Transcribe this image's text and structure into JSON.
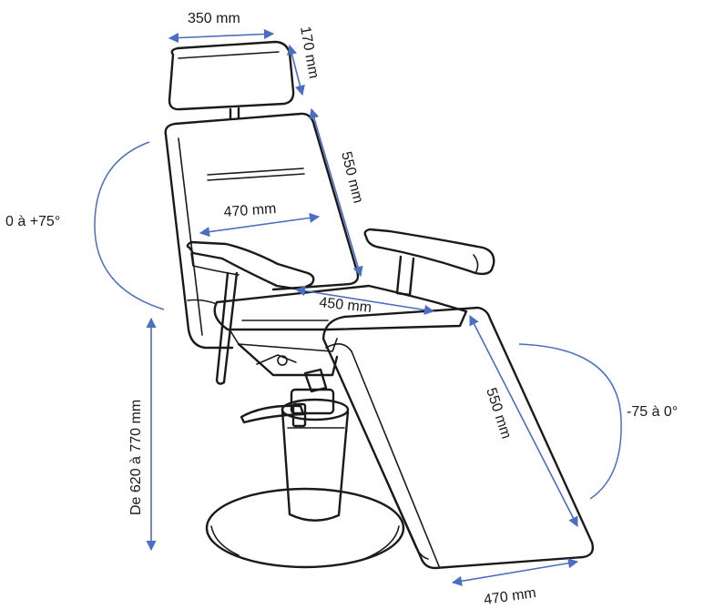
{
  "accent_color": "#4a6fc0",
  "labels": {
    "headrest_width": "350 mm",
    "headrest_height": "170 mm",
    "backrest_length": "550 mm",
    "backrest_width": "470 mm",
    "seat_width": "450 mm",
    "legrest_length": "550 mm",
    "legrest_width": "470 mm",
    "back_angle": "0 à +75°",
    "leg_angle": "-75 à 0°",
    "seat_height": "De 620 à 770 mm"
  }
}
